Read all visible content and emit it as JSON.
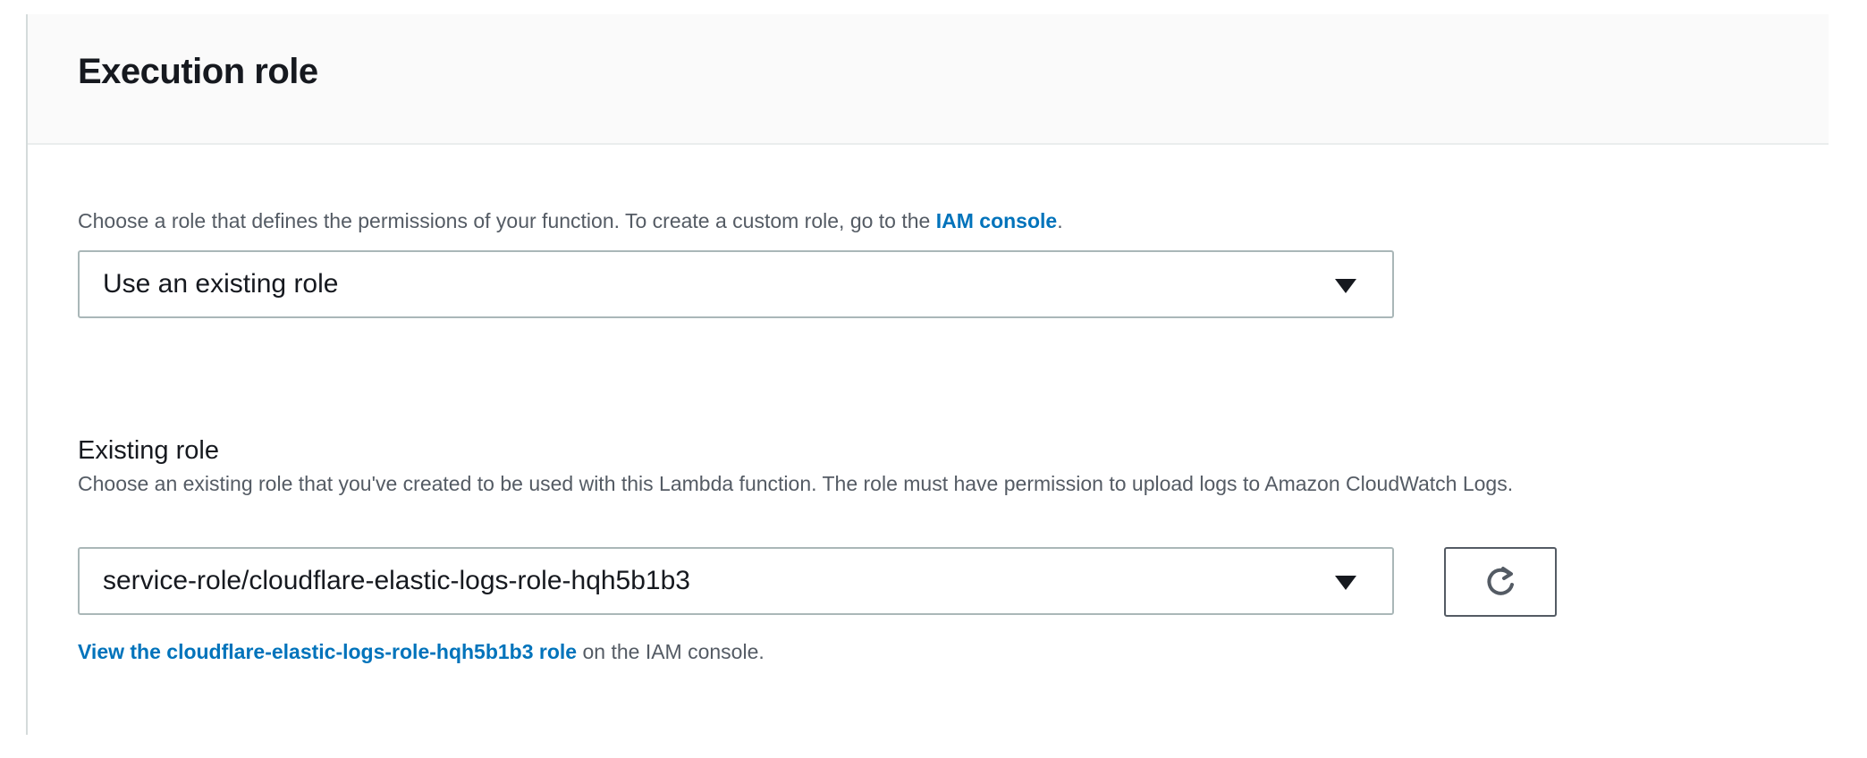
{
  "panel": {
    "title": "Execution role",
    "description": "Choose a role that defines the permissions of your function. To create a custom role, go to the ",
    "description_link": "IAM console",
    "description_end": ".",
    "role_mode_select": {
      "value": "Use an existing role",
      "icon": "caret-down-icon"
    },
    "existing_role": {
      "label": "Existing role",
      "description": "Choose an existing role that you've created to be used with this Lambda function. The role must have permission to upload logs to Amazon CloudWatch Logs.",
      "select_value": "service-role/cloudflare-elastic-logs-role-hqh5b1b3",
      "refresh_icon": "refresh-icon",
      "view_link": "View the cloudflare-elastic-logs-role-hqh5b1b3 role",
      "view_suffix": " on the IAM console."
    }
  },
  "colors": {
    "link": "#0073bb",
    "header_bg": "#fafafa",
    "muted_text": "#545b64"
  }
}
